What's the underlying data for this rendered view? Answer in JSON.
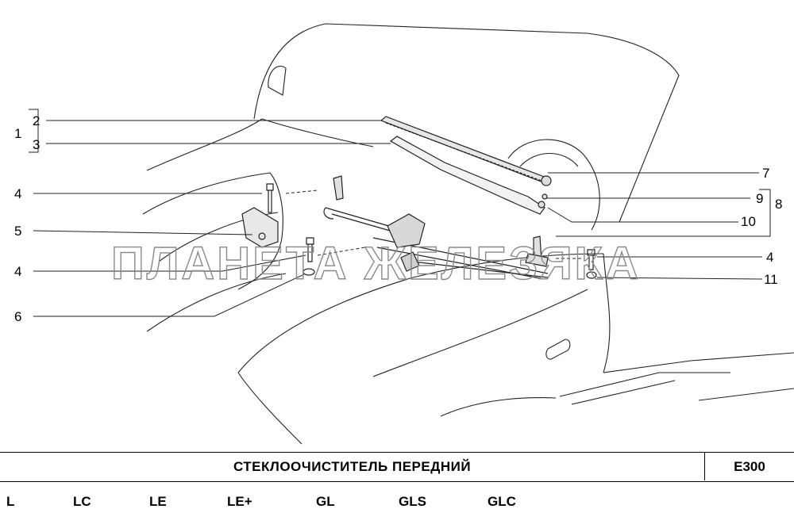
{
  "diagram": {
    "callouts": {
      "c1": "1",
      "c2": "2",
      "c3": "3",
      "c4a": "4",
      "c4b": "4",
      "c4c": "4",
      "c5": "5",
      "c6": "6",
      "c7": "7",
      "c8": "8",
      "c9": "9",
      "c10": "10",
      "c11": "11"
    },
    "watermark": "ПЛАНЕТА ЖЕЛЕЗЯКА"
  },
  "title_bar": {
    "title": "СТЕКЛООЧИСТИТЕЛЬ  ПЕРЕДНИЙ",
    "code": "E300"
  },
  "trim_levels": [
    "L",
    "LC",
    "LE",
    "LE+",
    "GL",
    "GLS",
    "GLC"
  ]
}
